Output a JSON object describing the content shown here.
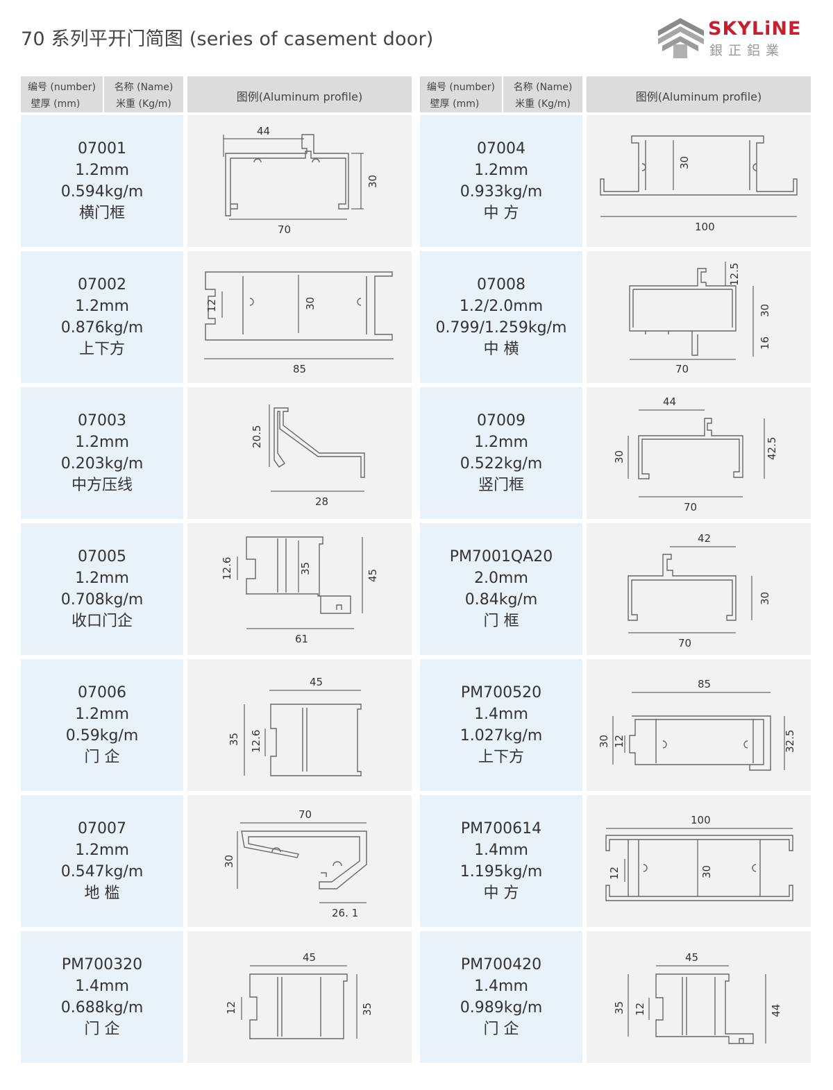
{
  "title": "70 系列平开门简图 (series of casement door)",
  "logo": {
    "word": "SKYLiNE",
    "sub": "銀正鋁業"
  },
  "header": {
    "number_label": "编号 (number)",
    "thickness_label": "壁厚 (mm)",
    "name_label": "名称 (Name)",
    "weight_label": "米重 (Kg/m)",
    "figure_label": "图例(Aluminum profile)"
  },
  "left_items": [
    {
      "number": "07001",
      "thickness": "1.2mm",
      "weight": "0.594kg/m",
      "name": "横门框",
      "dims": [
        "44",
        "30",
        "70"
      ]
    },
    {
      "number": "07002",
      "thickness": "1.2mm",
      "weight": "0.876kg/m",
      "name": "上下方",
      "dims": [
        "12",
        "30",
        "85"
      ]
    },
    {
      "number": "07003",
      "thickness": "1.2mm",
      "weight": "0.203kg/m",
      "name": "中方压线",
      "dims": [
        "20.5",
        "28"
      ]
    },
    {
      "number": "07005",
      "thickness": "1.2mm",
      "weight": "0.708kg/m",
      "name": "收口门企",
      "dims": [
        "12.6",
        "35",
        "45",
        "61"
      ]
    },
    {
      "number": "07006",
      "thickness": "1.2mm",
      "weight": "0.59kg/m",
      "name": "门 企",
      "dims": [
        "45",
        "35",
        "12.6"
      ]
    },
    {
      "number": "07007",
      "thickness": "1.2mm",
      "weight": "0.547kg/m",
      "name": "地 槛",
      "dims": [
        "70",
        "30",
        "26. 1"
      ]
    },
    {
      "number": "PM700320",
      "thickness": "1.4mm",
      "weight": "0.688kg/m",
      "name": "门 企",
      "dims": [
        "45",
        "12",
        "35"
      ]
    }
  ],
  "right_items": [
    {
      "number": "07004",
      "thickness": "1.2mm",
      "weight": "0.933kg/m",
      "name": "中 方",
      "dims": [
        "30",
        "100"
      ]
    },
    {
      "number": "07008",
      "thickness": "1.2/2.0mm",
      "weight": "0.799/1.259kg/m",
      "name": "中 横",
      "dims": [
        "12.5",
        "30",
        "16",
        "70"
      ]
    },
    {
      "number": "07009",
      "thickness": "1.2mm",
      "weight": "0.522kg/m",
      "name": "竖门框",
      "dims": [
        "44",
        "30",
        "42.5",
        "70"
      ]
    },
    {
      "number": "PM7001QA20",
      "thickness": "2.0mm",
      "weight": "0.84kg/m",
      "name": "门 框",
      "dims": [
        "42",
        "30",
        "70"
      ]
    },
    {
      "number": "PM700520",
      "thickness": "1.4mm",
      "weight": "1.027kg/m",
      "name": "上下方",
      "dims": [
        "85",
        "30",
        "12",
        "32.5"
      ]
    },
    {
      "number": "PM700614",
      "thickness": "1.4mm",
      "weight": "1.195kg/m",
      "name": "中 方",
      "dims": [
        "100",
        "12",
        "30"
      ]
    },
    {
      "number": "PM700420",
      "thickness": "1.4mm",
      "weight": "0.989kg/m",
      "name": "门 企",
      "dims": [
        "45",
        "35",
        "12",
        "44"
      ]
    }
  ]
}
